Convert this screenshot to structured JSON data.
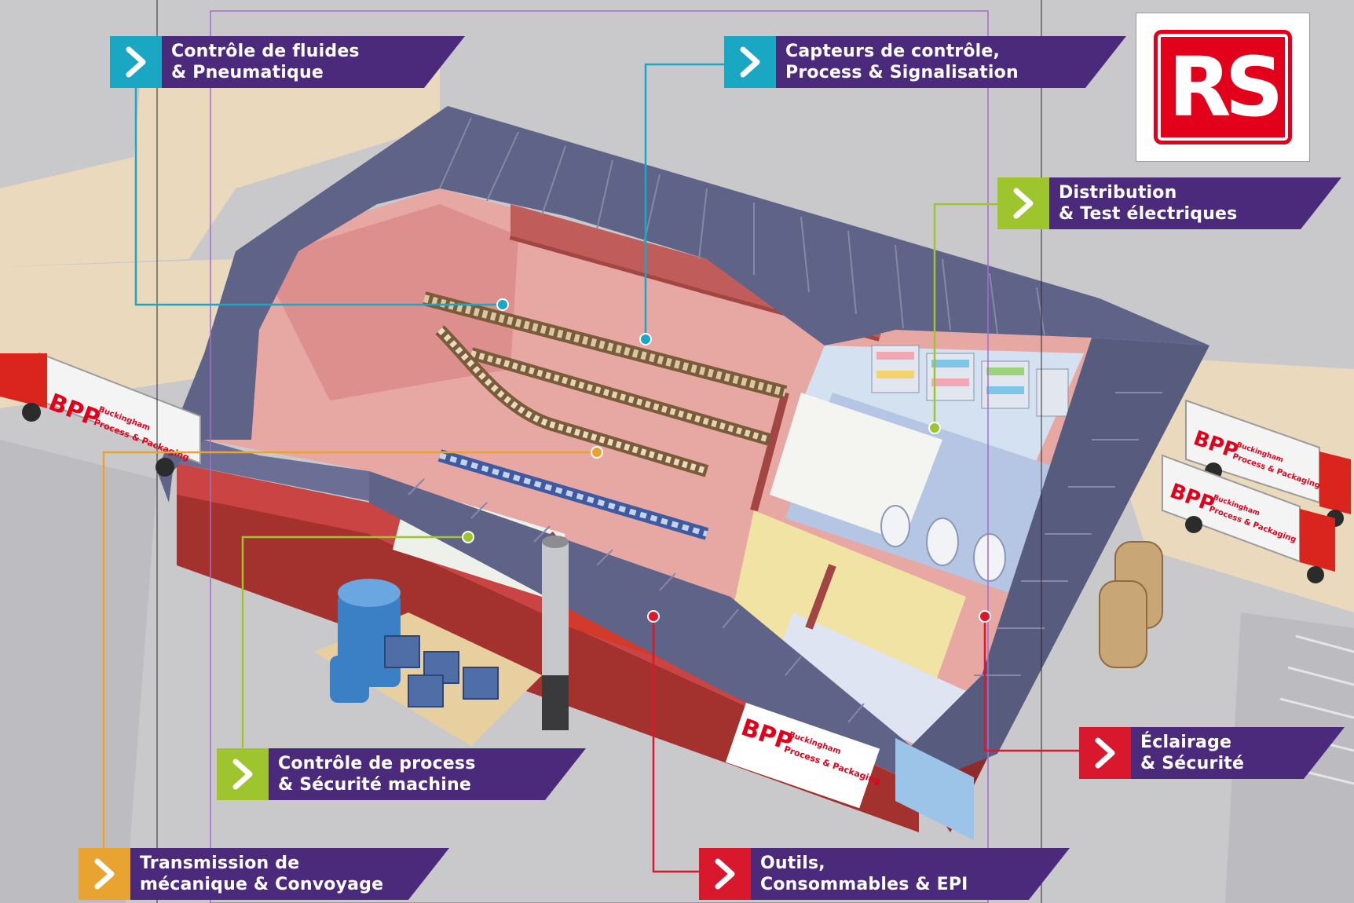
{
  "logo": {
    "text": "RS",
    "color": "#e2001a"
  },
  "colors": {
    "label_bg": "#4b2a7b",
    "cyan": "#1aa7c4",
    "lime": "#9ec42e",
    "orange": "#e8a331",
    "red": "#d9182d",
    "roof": "#5f6387",
    "wall": "#b63a3a",
    "floor": "#e9a9a5",
    "ground": "#c9c9cc",
    "path": "#ead9bd"
  },
  "callouts": {
    "fluid": {
      "line1": "Contrôle de fluides",
      "line2": "& Pneumatique",
      "color": "#1aa7c4",
      "icon": "chevron-right-icon"
    },
    "sensors": {
      "line1": "Capteurs de contrôle,",
      "line2": "Process & Signalisation",
      "color": "#1aa7c4",
      "icon": "chevron-right-icon"
    },
    "distribution": {
      "line1": "Distribution",
      "line2": "& Test électriques",
      "color": "#9ec42e",
      "icon": "chevron-right-icon"
    },
    "process": {
      "line1": "Contrôle de process",
      "line2": "& Sécurité machine",
      "color": "#9ec42e",
      "icon": "chevron-right-icon"
    },
    "transmission": {
      "line1": "Transmission de",
      "line2": "mécanique & Convoyage",
      "color": "#e8a331",
      "icon": "chevron-right-icon"
    },
    "tools": {
      "line1": "Outils,",
      "line2": "Consommables & EPI",
      "color": "#d9182d",
      "icon": "chevron-right-icon"
    },
    "lighting": {
      "line1": "Éclairage",
      "line2": "& Sécurité",
      "color": "#d9182d",
      "icon": "chevron-right-icon"
    }
  },
  "signage": {
    "brand": "BPP",
    "line1": "Buckingham",
    "line2": "Process & Packaging"
  }
}
